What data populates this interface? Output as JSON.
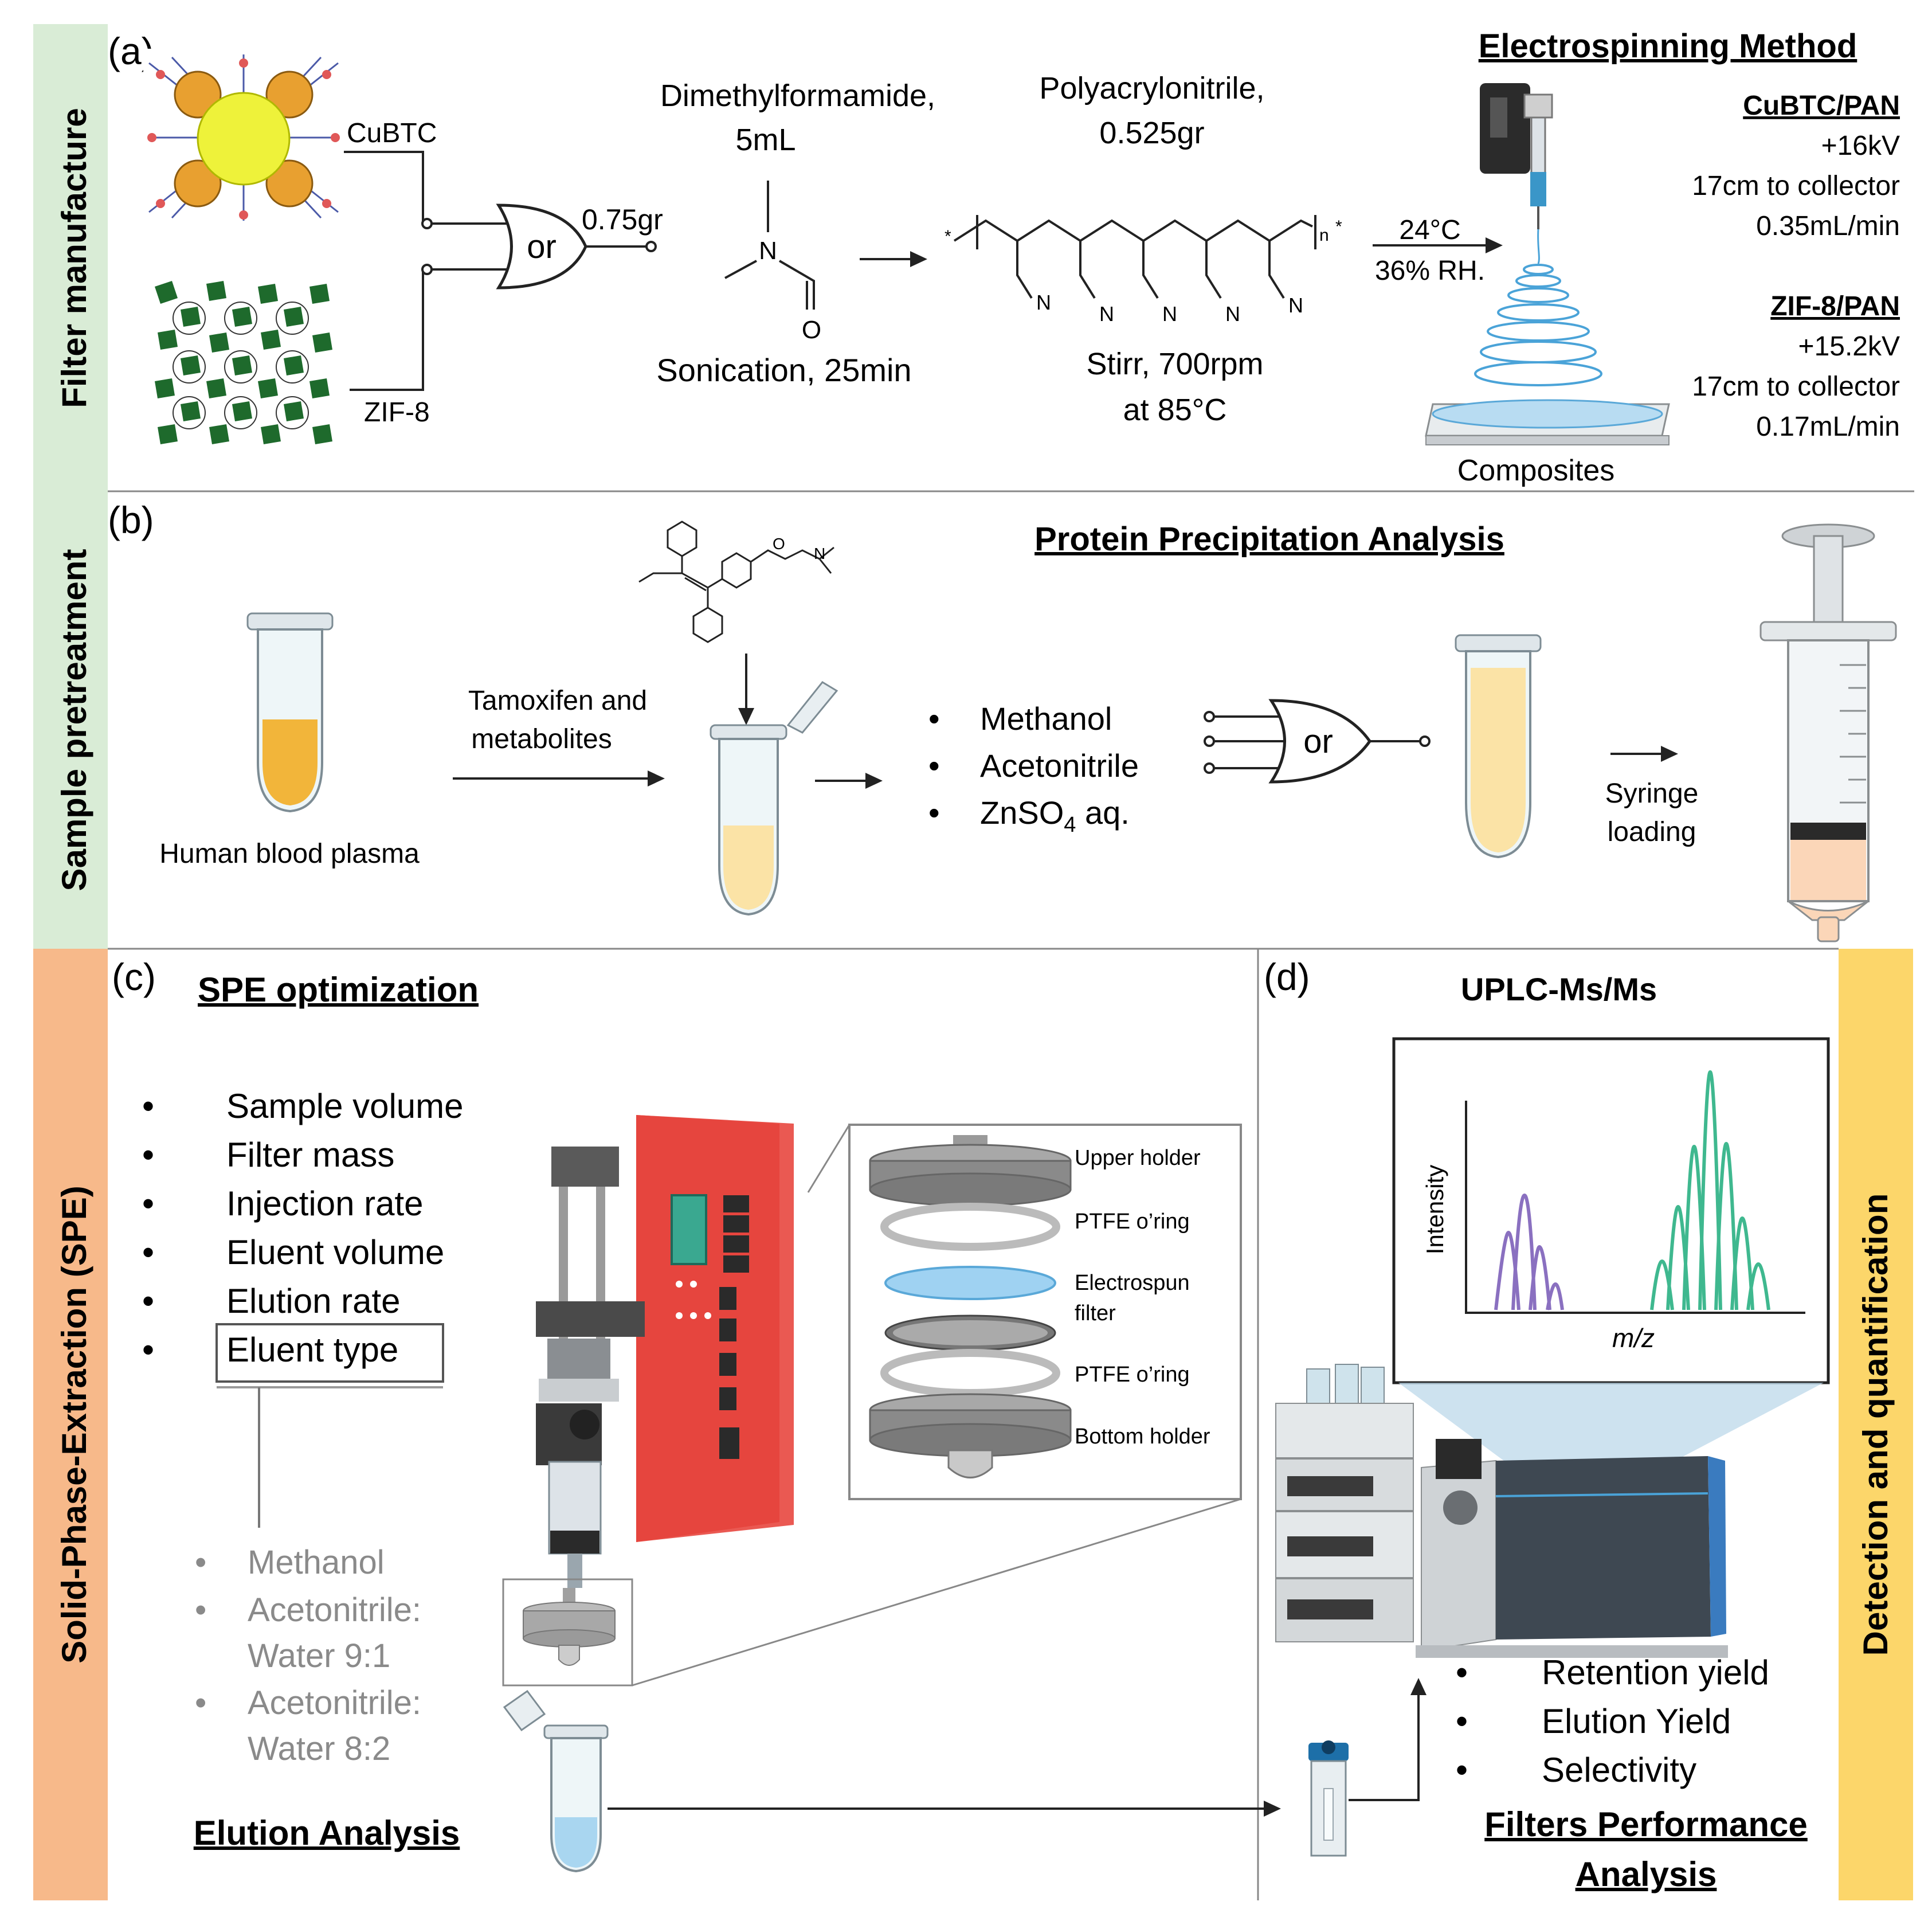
{
  "colors": {
    "band_a": "#d9ecd6",
    "band_b": "#d9ecd6",
    "band_c": "#f7b98a",
    "band_d": "#fcd66a",
    "pump_red": "#e8473f",
    "purple_peak": "#8a70c0",
    "green_peak": "#3fb88f",
    "plasma": "#f2b53a",
    "fiber": "#4aa3d8"
  },
  "sections": {
    "a": {
      "side_label": "Filter manufacture",
      "panel_label": "(a)",
      "cubtc": "CuBTC",
      "zif8": "ZIF-8",
      "or_label": "or",
      "mass": "0.75gr",
      "dmf_line1": "Dimethylformamide,",
      "dmf_line2": "5mL",
      "sonication": "Sonication, 25min",
      "pan_line1": "Polyacrylonitrile,",
      "pan_line2": "0.525gr",
      "stir_line1": "Stirr, 700rpm",
      "stir_line2": "at 85°C",
      "temp": "24°C",
      "rh": "36% RH.",
      "method_title": "Electrospinning Method",
      "composites": "Composites",
      "cubtc_pan": {
        "title": "CuBTC/PAN",
        "voltage": "+16kV",
        "distance": "17cm to collector",
        "flow": "0.35mL/min"
      },
      "zif_pan": {
        "title": "ZIF-8/PAN",
        "voltage": "+15.2kV",
        "distance": "17cm to collector",
        "flow": "0.17mL/min"
      }
    },
    "b": {
      "side_label": "Sample pretreatment",
      "panel_label": "(b)",
      "title": "Protein Precipitation Analysis",
      "plasma": "Human blood plasma",
      "tam_line1": "Tamoxifen and",
      "tam_line2": "metabolites",
      "solvents": [
        "Methanol",
        "Acetonitrile",
        "ZnSO"
      ],
      "zn_sub": "4",
      "zn_suffix": " aq.",
      "or_label": "or",
      "syringe_line1": "Syringe",
      "syringe_line2": "loading"
    },
    "c": {
      "side_label": "Solid-Phase-Extraction (SPE)",
      "panel_label": "(c)",
      "title": "SPE optimization",
      "params": [
        "Sample volume",
        "Filter mass",
        "Injection rate",
        "Eluent volume",
        "Elution rate",
        "Eluent type"
      ],
      "eluents": [
        "Methanol",
        "Acetonitrile:",
        "Water 9:1",
        "Acetonitrile:",
        "Water 8:2"
      ],
      "holder_parts": [
        "Upper holder",
        "PTFE o’ring",
        "Electrospun",
        "filter",
        "PTFE o’ring",
        "Bottom holder"
      ],
      "elution": "Elution Analysis"
    },
    "d": {
      "side_label": "Detection and quantification",
      "panel_label": "(d)",
      "title": "UPLC-Ms/Ms",
      "y_axis": "Intensity",
      "x_axis": "m/z",
      "results": [
        "Retention yield",
        "Elution Yield",
        "Selectivity"
      ],
      "perf_line1": "Filters Performance",
      "perf_line2": "Analysis"
    }
  }
}
